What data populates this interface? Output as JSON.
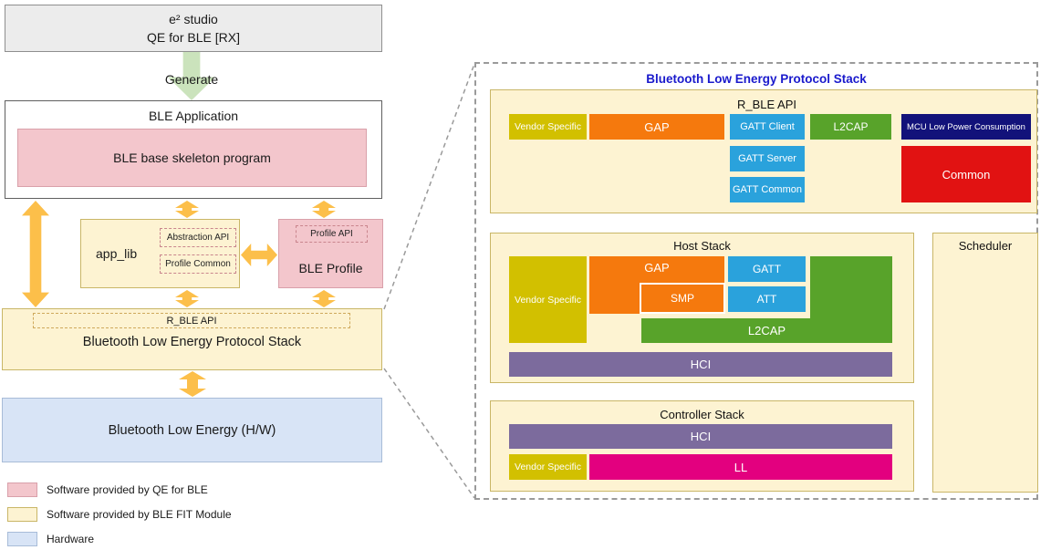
{
  "left": {
    "estudio": {
      "line1": "e² studio",
      "line2": "QE for BLE [RX]"
    },
    "generate_label": "Generate",
    "ble_application": {
      "title": "BLE Application",
      "skeleton_label": "BLE base skeleton program"
    },
    "app_lib": {
      "label": "app_lib",
      "abstraction_api_label": "Abstraction API",
      "profile_common_label": "Profile Common"
    },
    "ble_profile": {
      "label": "BLE Profile",
      "profile_api_label": "Profile API"
    },
    "protocol_stack": {
      "api_label": "R_BLE API",
      "label": "Bluetooth Low Energy Protocol Stack"
    },
    "hardware_label": "Bluetooth Low Energy (H/W)",
    "legend": [
      {
        "swatch": "pink",
        "color": "#f3c6cc",
        "label": "Software provided by QE for BLE"
      },
      {
        "swatch": "yellow",
        "color": "#fdf3d2",
        "label": "Software provided by BLE FIT Module"
      },
      {
        "swatch": "blue",
        "color": "#d8e4f6",
        "label": "Hardware"
      }
    ]
  },
  "detail": {
    "title": "Bluetooth Low Energy Protocol Stack",
    "api_section": {
      "label": "R_BLE API",
      "vendor_specific": "Vendor Specific",
      "gap": "GAP",
      "gatt_client": "GATT Client",
      "l2cap": "L2CAP",
      "mcu_low_power": "MCU Low Power Consumption",
      "gatt_server": "GATT Server",
      "gatt_common": "GATT Common",
      "common": "Common"
    },
    "host_stack": {
      "label": "Host Stack",
      "vendor_specific": "Vendor Specific",
      "gap": "GAP",
      "gatt": "GATT",
      "smp": "SMP",
      "att": "ATT",
      "l2cap": "L2CAP",
      "hci": "HCI"
    },
    "scheduler_label": "Scheduler",
    "controller_stack": {
      "label": "Controller Stack",
      "hci": "HCI",
      "vendor_specific": "Vendor Specific",
      "ll": "LL"
    }
  },
  "colors": {
    "qe_pink": "#f3c6cc",
    "fit_yellow": "#fdf3d2",
    "hardware_blue": "#d8e4f6",
    "arrow_gold": "#fcbf4a",
    "generate_green": "#cbe3bc",
    "vendor_gold": "#d2c000",
    "gap_orange": "#f5790d",
    "gatt_blue": "#2aa2dc",
    "l2cap_green": "#58a32a",
    "mcu_navy": "#12127a",
    "common_red": "#e11212",
    "hci_purple": "#7c6b9d",
    "ll_magenta": "#e3007f",
    "title_blue": "#1a1acc"
  }
}
